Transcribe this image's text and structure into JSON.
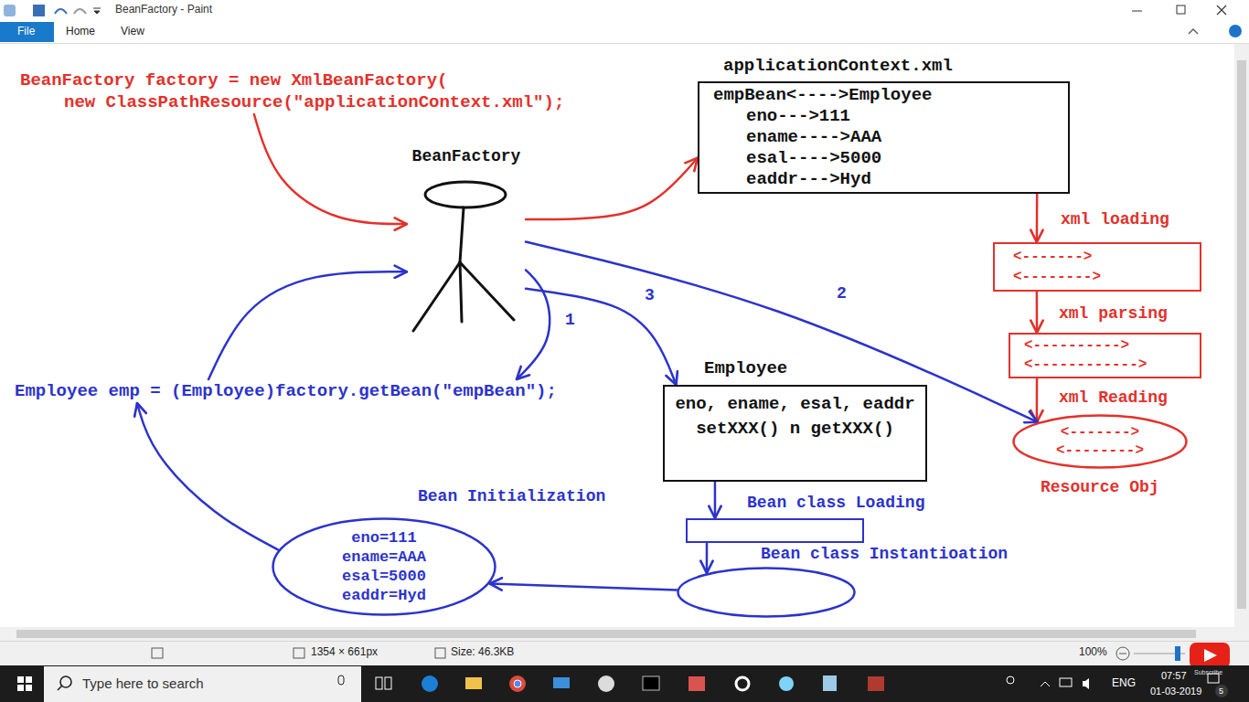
{
  "diagram": {
    "nodes": [
      {
        "text": [
          "BeanFactory factory = new XmlBeanFactory(",
          "new ClassPathResource(\"applicationContext.xml\");"
        ]
      },
      {
        "text": [
          "applicationContext.xml",
          "empBean<---->Employee",
          "eno--->111",
          "ename---->AAA",
          "esal---->5000",
          "eaddr--->Hyd"
        ]
      },
      {
        "text": [
          "BeanFactory"
        ]
      },
      {
        "text": [
          "<------->",
          "<-------->"
        ]
      },
      {
        "text": [
          "<---------->",
          "<------------>"
        ]
      },
      {
        "text": [
          "Employee emp = (Employee)factory.getBean(\"empBean\");"
        ]
      },
      {
        "text": [
          "Employee",
          "eno, ename, esal, eaddr",
          "setXXX() n getXXX()"
        ]
      },
      {
        "text": [
          "<------->",
          "<-------->",
          "Resource Obj"
        ]
      },
      {
        "text": [
          "Bean Initialization",
          "eno=111",
          "ename=AAA",
          "esal=5000",
          "eaddr=Hyd"
        ]
      },
      {
        "text": [
          "Bean class Loading"
        ]
      },
      {
        "text": [
          "Bean class Instantioation"
        ]
      }
    ],
    "edges": [
      {
        "from": 0,
        "to": 2,
        "arrow": "to"
      },
      {
        "from": 2,
        "to": 1,
        "arrow": "to"
      },
      {
        "from": 1,
        "to": 3,
        "label": "xml loading",
        "arrow": "to"
      },
      {
        "from": 3,
        "to": 4,
        "label": "xml parsing",
        "arrow": "to"
      },
      {
        "from": 4,
        "to": 7,
        "label": "xml Reading",
        "arrow": "to"
      },
      {
        "from": 2,
        "to": 5,
        "label": "1",
        "arrow": "to"
      },
      {
        "from": 2,
        "to": 7,
        "label": "2",
        "arrow": "to"
      },
      {
        "from": 2,
        "to": 6,
        "label": "3",
        "arrow": "to"
      },
      {
        "from": 6,
        "to": 9,
        "arrow": "to"
      },
      {
        "from": 9,
        "to": 10,
        "arrow": "to"
      },
      {
        "from": 10,
        "to": 8,
        "arrow": "to"
      },
      {
        "from": 8,
        "to": 5,
        "arrow": "to"
      },
      {
        "from": 5,
        "to": 2,
        "arrow": "to"
      }
    ],
    "labels": [
      "BeanFactory - Paint",
      "File",
      "Home",
      "View",
      "1354 × 661px",
      "Size: 46.3KB",
      "100%",
      "Type here to search",
      "ENG",
      "07:57",
      "01-03-2019",
      "Subscribe",
      "5"
    ]
  }
}
